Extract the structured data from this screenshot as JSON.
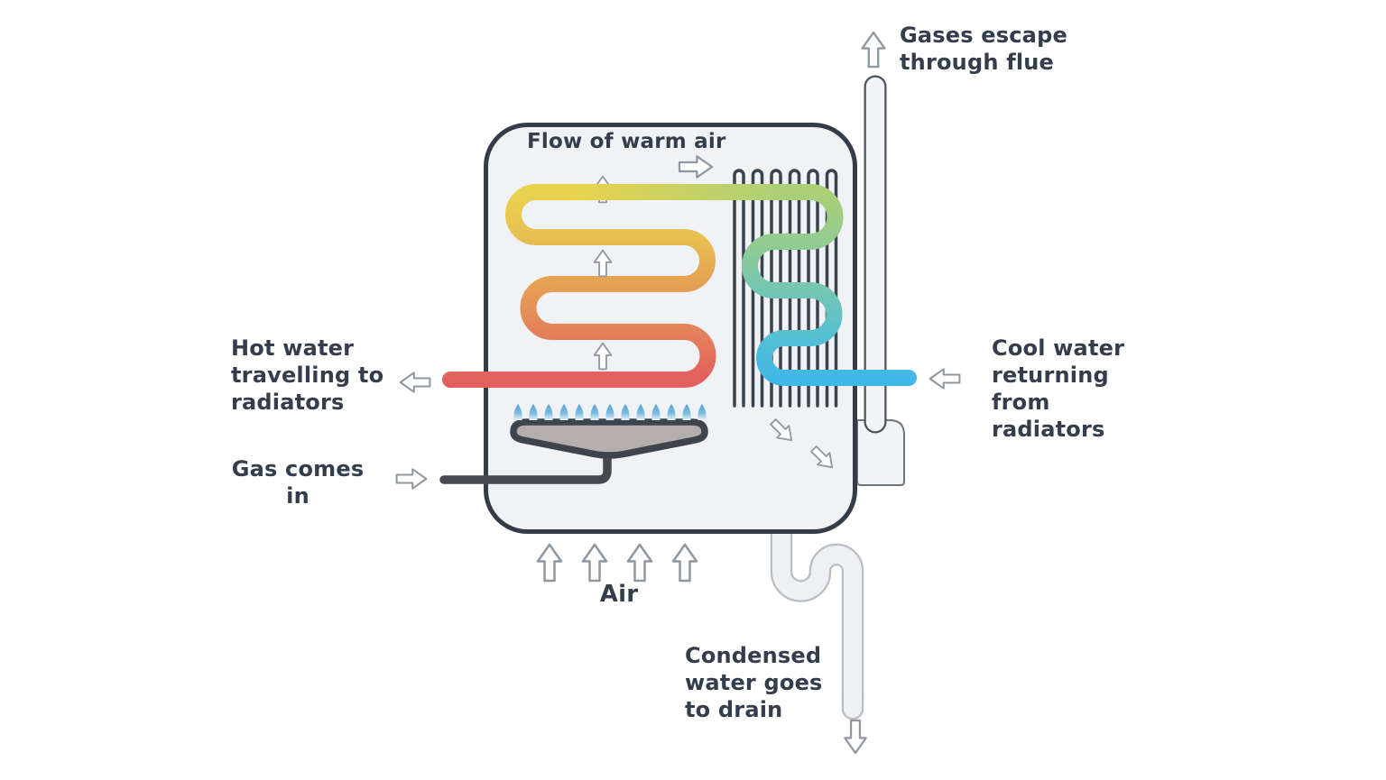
{
  "diagram": {
    "type": "condensing-gas-boiler-schematic",
    "description": "How a condensing boiler works: gas burner heats a serpentine heat exchanger; hot water leaves to radiators, cool water returns, flue gases escape, condensate drains."
  },
  "labels": {
    "flow_of_warm_air": "Flow of warm air",
    "gases_escape": "Gases escape\nthrough flue",
    "hot_water": "Hot water\ntravelling to\nradiators",
    "gas_comes_in": "Gas comes\nin",
    "cool_water": "Cool water\nreturning\nfrom\nradiators",
    "air": "Air",
    "condensed_water": "Condensed\nwater goes\nto drain"
  },
  "colors": {
    "text_navy": "#333d4c",
    "outline_navy": "#343c49",
    "boiler_fill": "#f0f2f6",
    "arrow_gray": "#8f97a0",
    "gas_pipe_dark": "#45494f",
    "burner_gray": "#b4afac",
    "flame_blue": "#57a4d6",
    "pipe_gradient_hot": [
      "#e8d34e",
      "#e7c052",
      "#e6a155",
      "#e4815a",
      "#e2605e"
    ],
    "pipe_gradient_cool": [
      "#abd077",
      "#93cb90",
      "#74c6b2",
      "#55bfd3",
      "#41b7e6"
    ]
  },
  "icons": {
    "up_arrow": "hollow up arrow",
    "down_arrow": "hollow down arrow",
    "left_arrow": "hollow left arrow",
    "right_arrow": "hollow right arrow",
    "diagonal_arrow": "hollow down-right arrow"
  }
}
